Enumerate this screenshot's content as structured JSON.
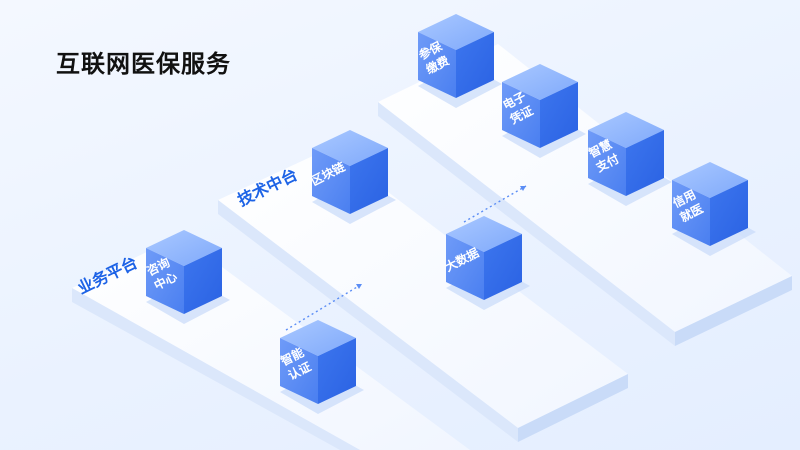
{
  "title": "互联网医保服务",
  "colors": {
    "accent": "#1d63e6",
    "cube_light": "#8cb4ff",
    "cube_mid": "#5b8df5",
    "cube_dark": "#2f6be8",
    "platform_top": "#ffffff",
    "platform_side": "#dbe7fb"
  },
  "platforms": [
    {
      "label": "业务平台",
      "cubes": [
        "咨询\n中心",
        "智能\n认证"
      ]
    },
    {
      "label": "技术中台",
      "cubes": [
        "区块链",
        "大数据"
      ]
    },
    {
      "label": "",
      "cubes": [
        "参保\n缴费",
        "电子\n凭证",
        "智慧\n支付",
        "信用\n就医"
      ]
    }
  ]
}
